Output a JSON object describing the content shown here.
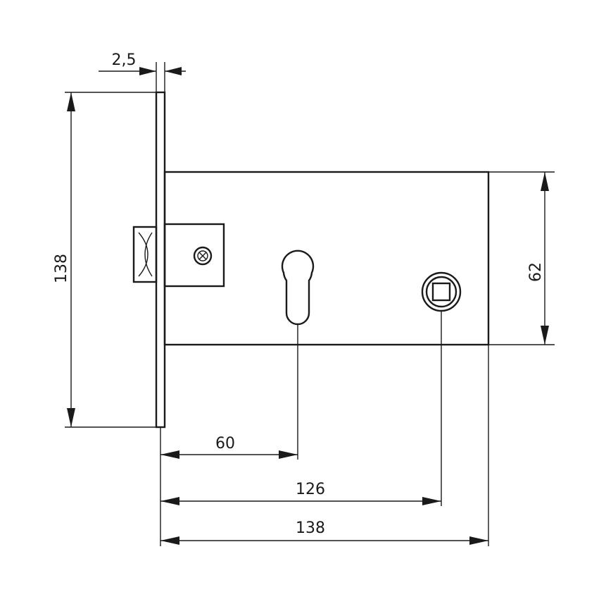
{
  "diagram": {
    "dimensions": {
      "faceplate_thickness": "2,5",
      "faceplate_height": "138",
      "case_height": "62",
      "backset": "60",
      "to_spindle": "126",
      "total_depth": "138"
    },
    "colors": {
      "ink": "#1a1a1a",
      "background": "#ffffff"
    }
  }
}
